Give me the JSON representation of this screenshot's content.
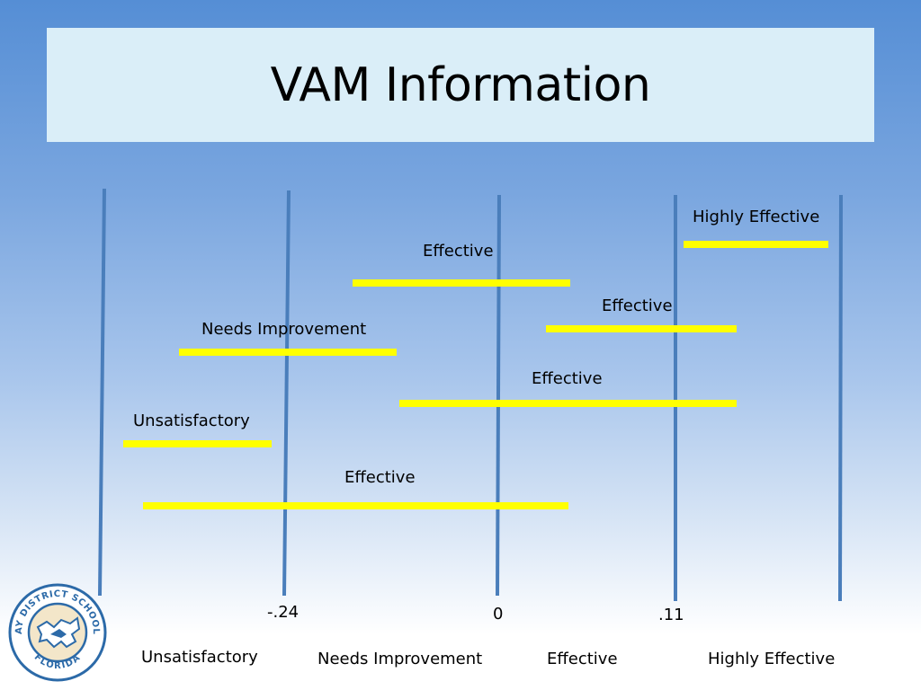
{
  "title": "VAM Information",
  "bar_labels": [
    "Highly Effective",
    "Effective",
    "Effective",
    "Needs Improvement",
    "Effective",
    "Unsatisfactory",
    "Effective"
  ],
  "tick_labels": [
    "-.24",
    "0",
    ".11"
  ],
  "zone_labels": [
    "Unsatisfactory",
    "Needs Improvement",
    "Effective",
    "Highly Effective"
  ],
  "logo": {
    "text_top": "BAY DISTRICT SCHOOLS",
    "text_bottom": "FLORIDA"
  },
  "colors": {
    "divider": "#4a7ebb",
    "bar": "#ffff00",
    "title_bg": "#daeef8"
  }
}
